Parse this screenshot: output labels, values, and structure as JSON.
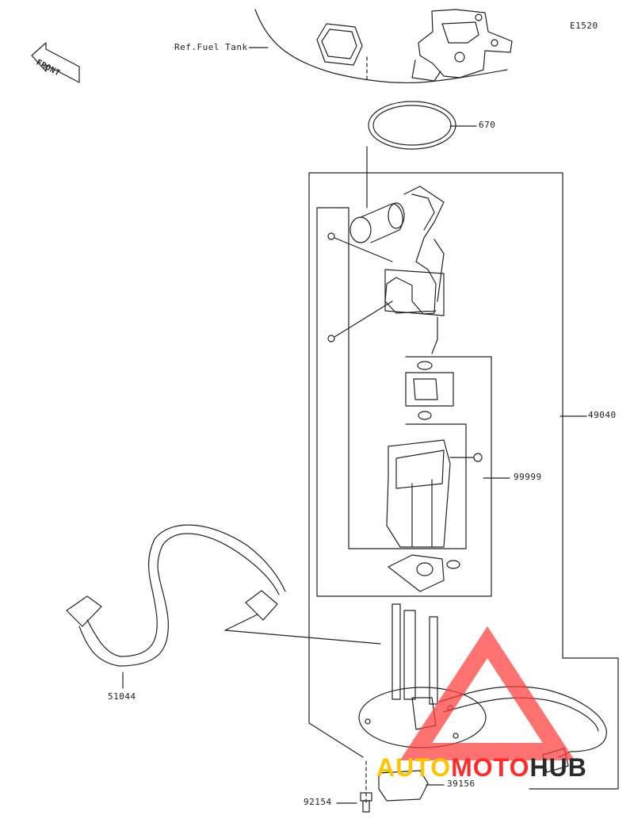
{
  "diagram": {
    "code": "E1520",
    "front_label": "FRONT",
    "ref_label": "Ref.Fuel Tank",
    "parts": {
      "o_ring": "670",
      "pump_assembly": "49040",
      "filter_set": "99999",
      "hose": "51044",
      "bolt": "92154",
      "pad": "39156"
    }
  },
  "watermark": {
    "part1": "AUTO",
    "part2": "MOTO",
    "part3": "HUB",
    "color_auto": "#ffc400",
    "color_moto": "#ff2b2b",
    "color_hub": "#2a2a2a"
  },
  "colors": {
    "line": "#222222",
    "watermark_triangle": "#ff3b3b"
  }
}
